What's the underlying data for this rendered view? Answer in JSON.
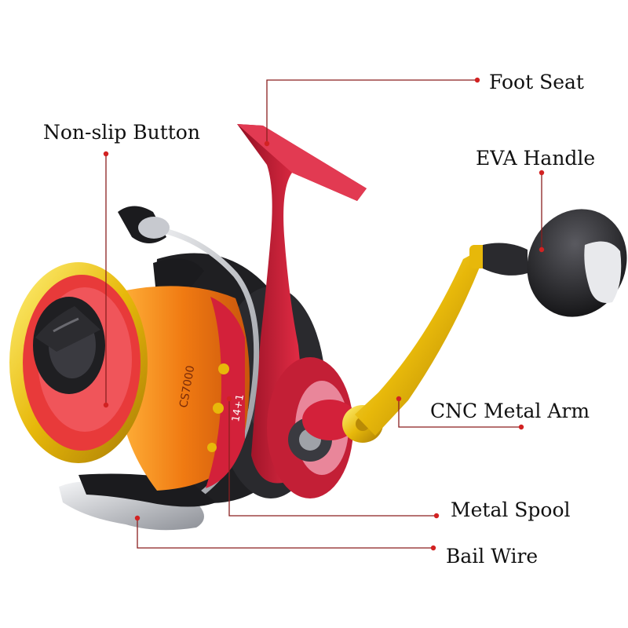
{
  "labels": {
    "foot_seat": "Foot  Seat",
    "non_slip_button": "Non-slip Button",
    "eva_handle": "EVA Handle",
    "cnc_metal_arm": "CNC Metal Arm",
    "metal_spool": "Metal Spool",
    "bail_wire": "Bail Wire"
  },
  "engravings": {
    "model": "CS7000",
    "bearings": "14+1"
  },
  "colors": {
    "leader_line": "#8a1f1f",
    "leader_dot": "#d22222",
    "body_red": "#d3213a",
    "gold": "#e7b80a",
    "orange": "#f08a18",
    "dark": "#1f1f22",
    "silver": "#cfd1d6"
  }
}
